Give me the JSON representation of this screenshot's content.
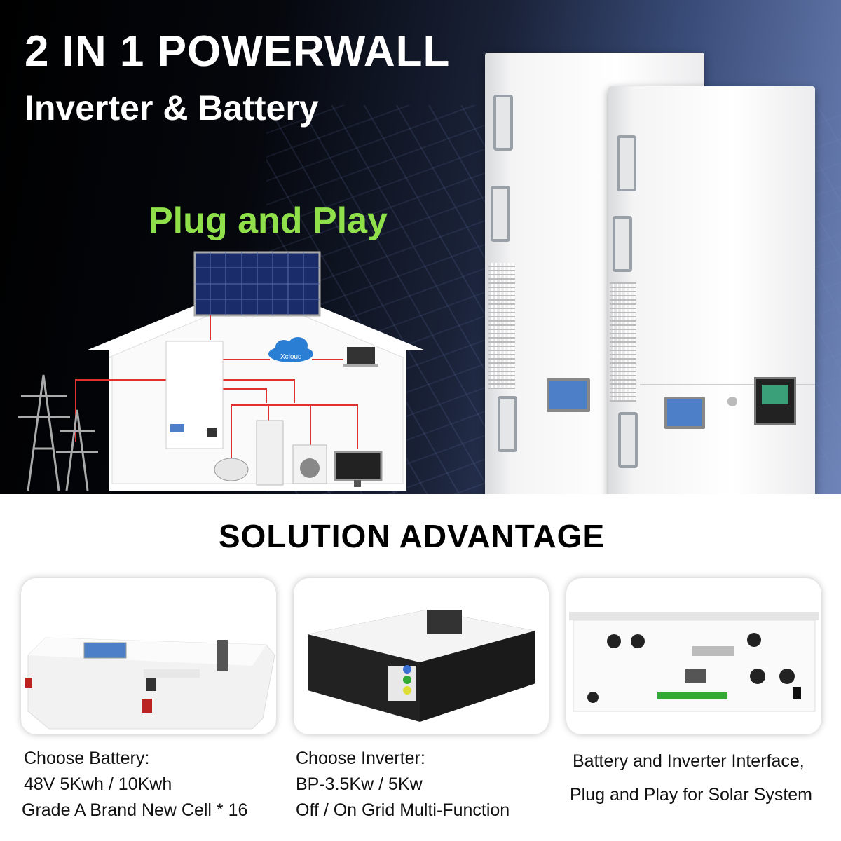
{
  "hero": {
    "title": "2 IN 1 POWERWALL",
    "subtitle": "Inverter & Battery",
    "tagline": "Plug and Play",
    "tagline_color": "#8fe04a",
    "diagram": {
      "cloud_label": "Xcloud"
    }
  },
  "section": {
    "heading": "SOLUTION ADVANTAGE"
  },
  "cards": [
    {
      "image": "battery-module",
      "lines": [
        "Choose Battery:",
        "48V 5Kwh / 10Kwh",
        "Grade A Brand New Cell * 16"
      ]
    },
    {
      "image": "hybrid-inverter",
      "lines": [
        "Choose Inverter:",
        "BP-3.5Kw / 5Kw",
        "Off / On Grid Multi-Function"
      ]
    },
    {
      "image": "interface-panel",
      "lines": [
        "Battery and Inverter Interface,",
        "Plug and Play for Solar System"
      ]
    }
  ]
}
